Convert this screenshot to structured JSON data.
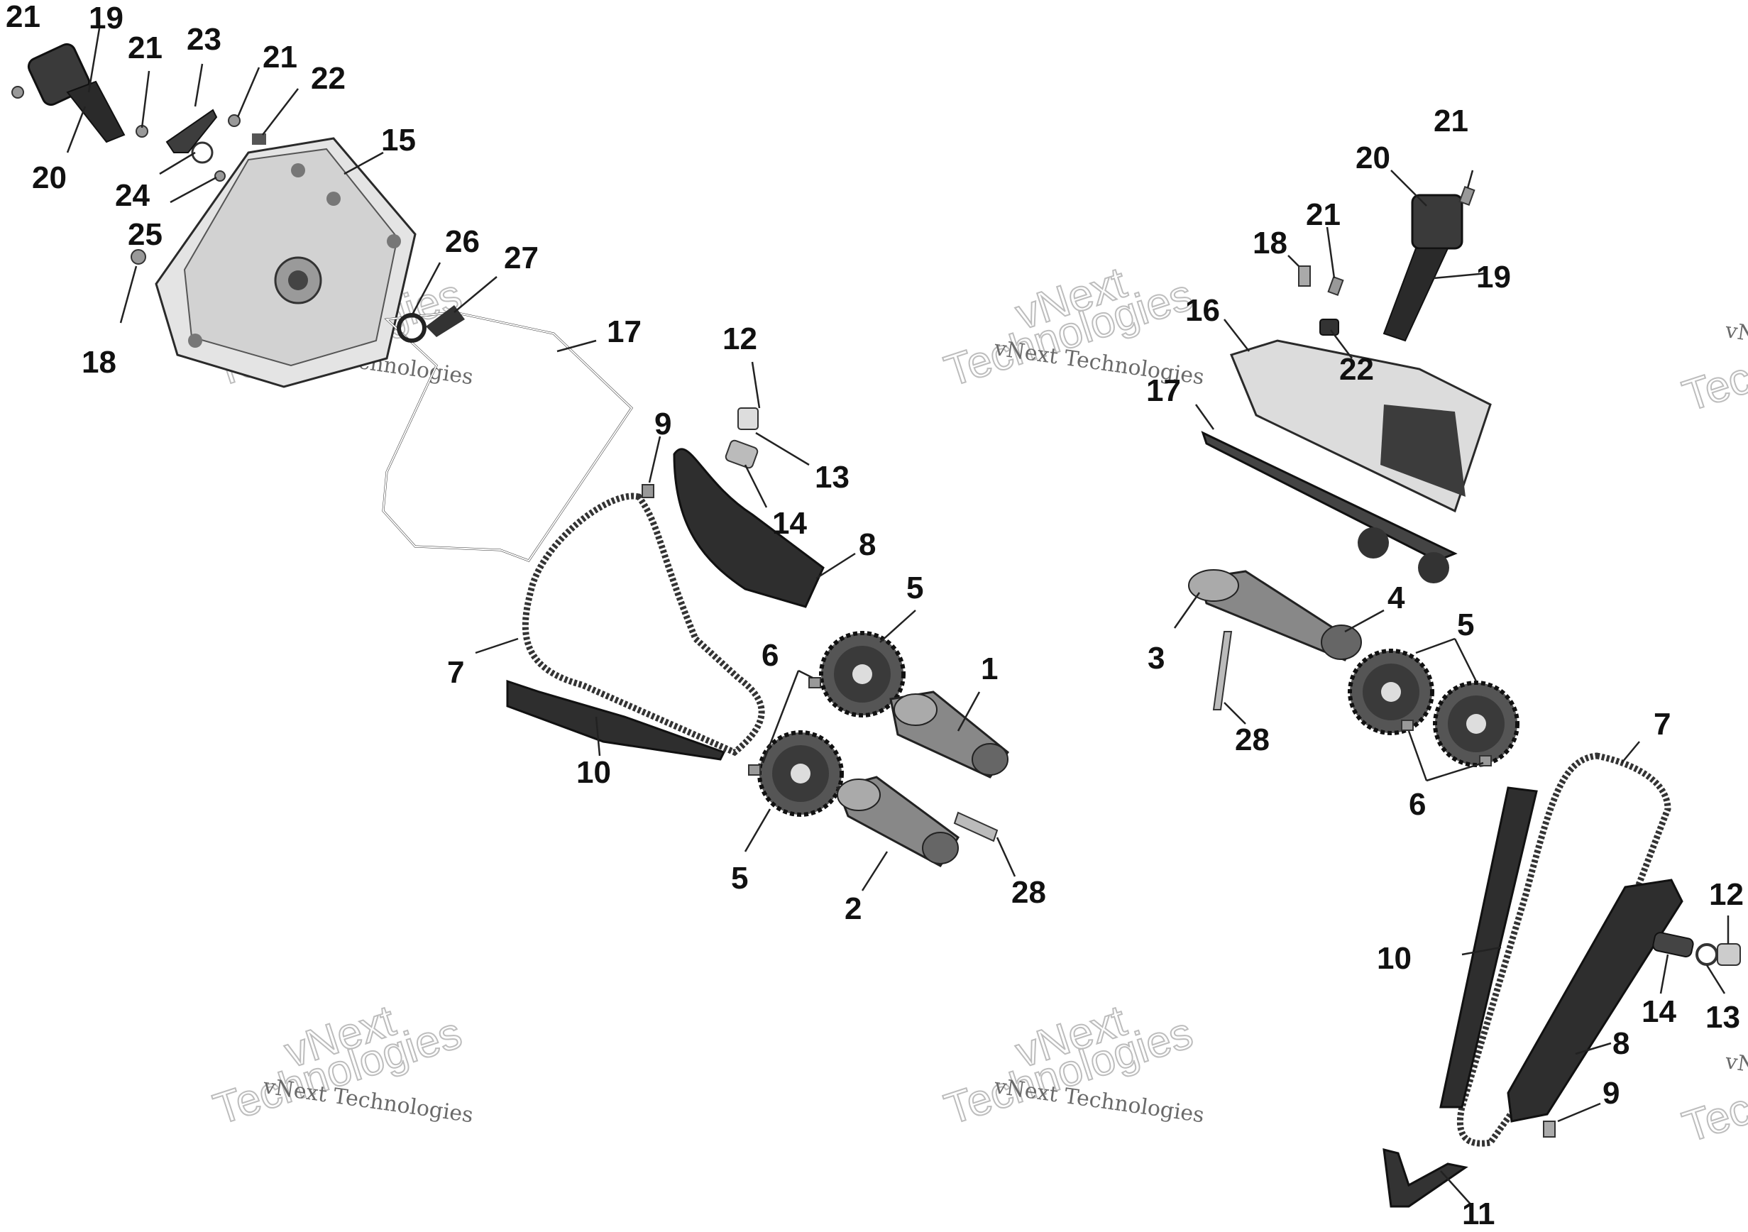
{
  "watermark": {
    "line1": "vNext",
    "line2": "Technologies",
    "combined": "vNext Technologies"
  },
  "callouts": {
    "c1": "1",
    "c2": "2",
    "c3": "3",
    "c4": "4",
    "c5": "5",
    "c6": "6",
    "c7": "7",
    "c8": "8",
    "c9": "9",
    "c10": "10",
    "c11": "11",
    "c12": "12",
    "c13": "13",
    "c14": "14",
    "c15": "15",
    "c16": "16",
    "c17": "17",
    "c18": "18",
    "c19": "19",
    "c20": "20",
    "c21": "21",
    "c22": "22",
    "c23": "23",
    "c24": "24",
    "c25": "25",
    "c26": "26",
    "c27": "27",
    "c28": "28"
  }
}
